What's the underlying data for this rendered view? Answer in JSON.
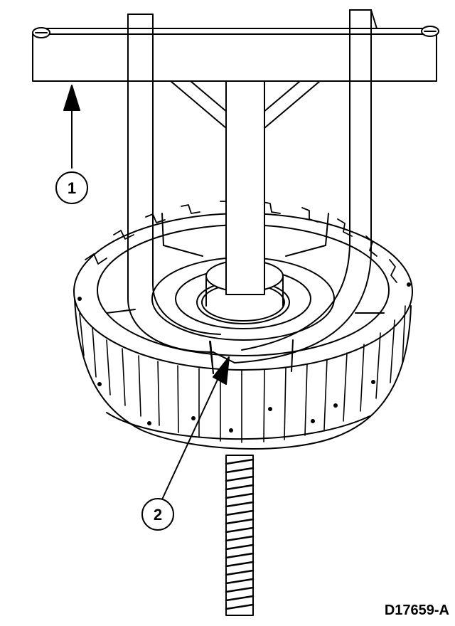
{
  "callouts": [
    {
      "number": "1"
    },
    {
      "number": "2"
    }
  ],
  "figure_id": "D17659-A",
  "icons": [
    "compressor-tool-illustration",
    "clutch-drum-illustration"
  ],
  "colors": {
    "line": "#000000",
    "background": "#ffffff"
  }
}
